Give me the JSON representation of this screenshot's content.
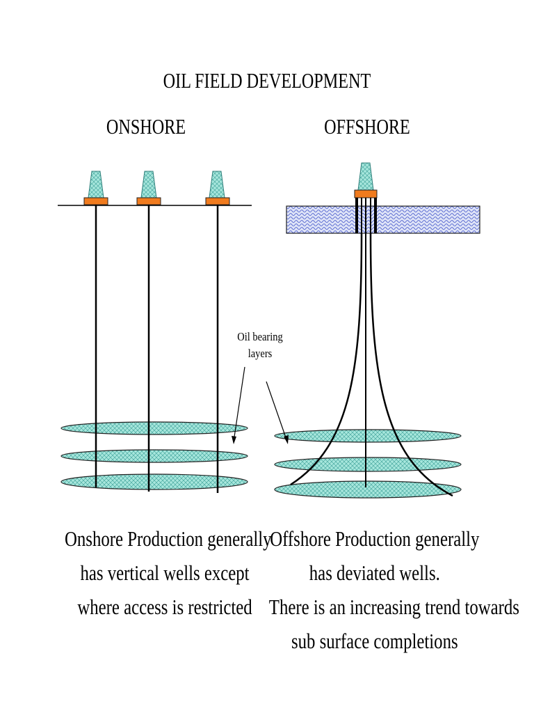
{
  "title": "OIL FIELD DEVELOPMENT",
  "headings": {
    "onshore": "ONSHORE",
    "offshore": "OFFSHORE"
  },
  "annotation": {
    "line1": "Oil bearing",
    "line2": "layers"
  },
  "captions": {
    "onshore": [
      "Onshore Production generally",
      "has vertical wells except",
      "where access is restricted"
    ],
    "offshore": [
      "Offshore Production generally",
      "has deviated wells.",
      "There is an increasing trend towards",
      "sub surface completions"
    ]
  },
  "colors": {
    "rig_fill": "#a6e6dc",
    "rig_base": "#f07b1e",
    "reservoir_fill": "#a6e6dc",
    "sea_fill": "#cfd6f2",
    "well_line": "#000000"
  }
}
